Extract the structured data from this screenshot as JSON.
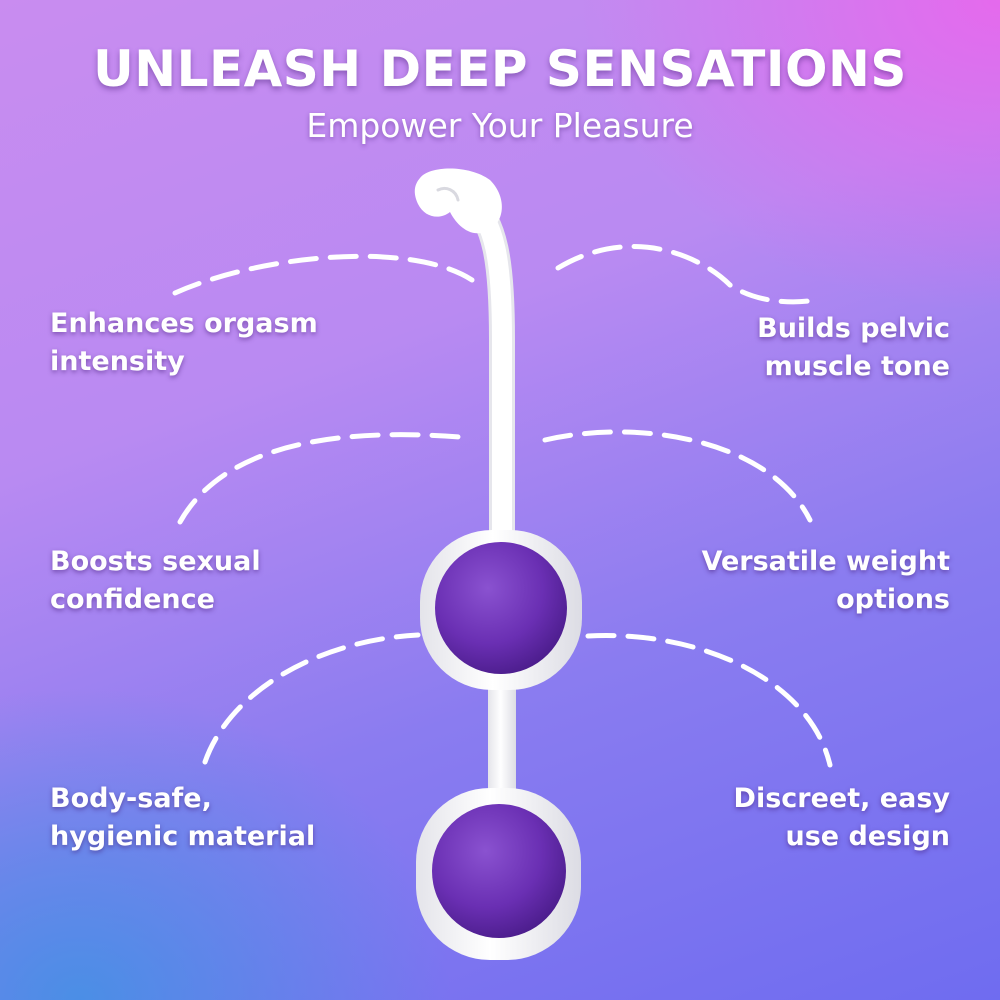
{
  "header": {
    "title": "UNLEASH DEEP SENSATIONS",
    "subtitle": "Empower Your Pleasure"
  },
  "features": {
    "left": [
      {
        "line1": "Enhances orgasm",
        "line2": "intensity"
      },
      {
        "line1": "Boosts sexual",
        "line2": "confidence"
      },
      {
        "line1": "Body-safe,",
        "line2": "hygienic material"
      }
    ],
    "right": [
      {
        "line1": "Builds pelvic",
        "line2": "muscle tone"
      },
      {
        "line1": "Versatile weight",
        "line2": "options"
      },
      {
        "line1": "Discreet, easy",
        "line2": "use design"
      }
    ]
  },
  "colors": {
    "ball_purple": "#6a2fb3",
    "silicone_white": "#f4f4f6",
    "gradient_pink": "#ec64ec",
    "gradient_blue": "#3896e2"
  },
  "product": {
    "name": "kegel-balls-illustration"
  }
}
